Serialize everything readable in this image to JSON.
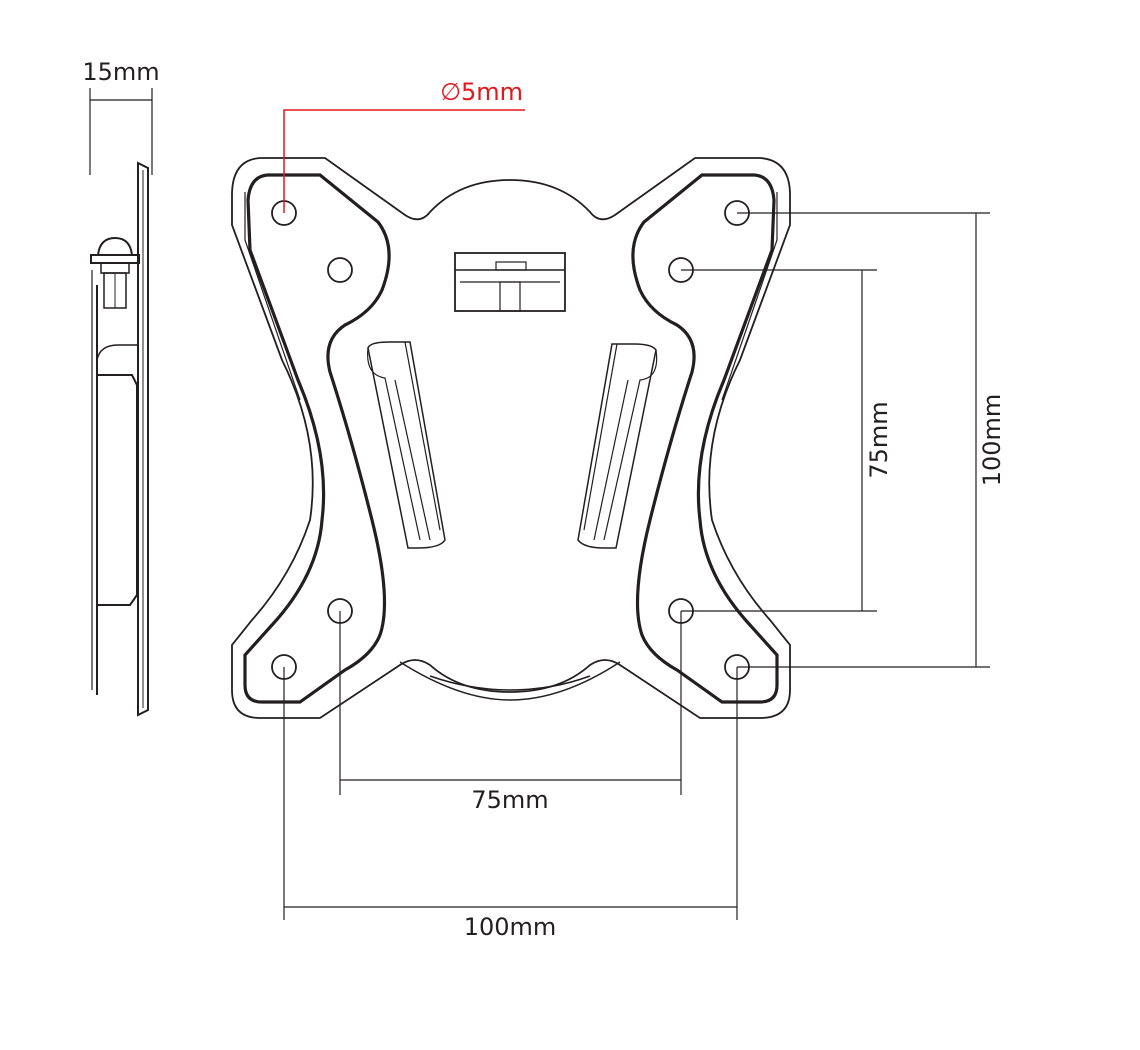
{
  "dimensions": {
    "side_thickness": "15mm",
    "hole_diameter_symbol": "∅",
    "hole_diameter": "5mm",
    "inner_width": "75mm",
    "outer_width": "100mm",
    "inner_height": "75mm",
    "outer_height": "100mm"
  },
  "colors": {
    "line": "#231f20",
    "accent": "#e3161b",
    "background": "#ffffff"
  }
}
